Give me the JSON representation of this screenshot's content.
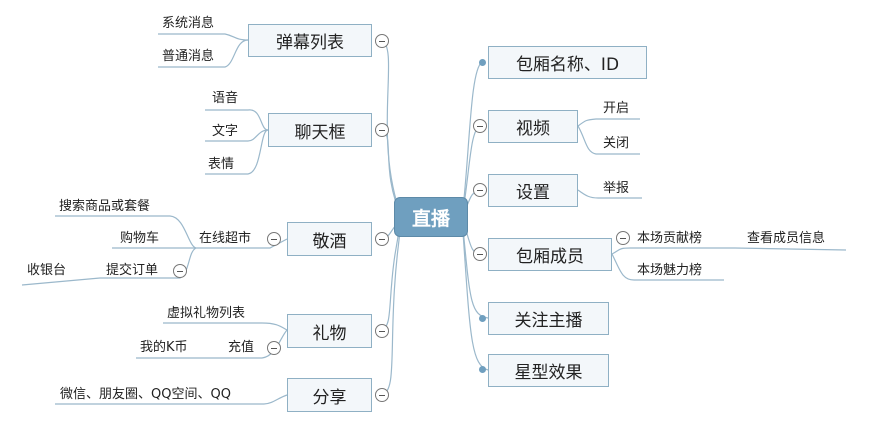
{
  "center": "直播",
  "left": {
    "danmu": {
      "label": "弹幕列表",
      "items": [
        "系统消息",
        "普通消息"
      ]
    },
    "chat": {
      "label": "聊天框",
      "items": [
        "语音",
        "文字",
        "表情"
      ]
    },
    "toast": {
      "label": "敬酒",
      "market": "在线超市",
      "search": "搜索商品或套餐",
      "cart": "购物车",
      "submit": "提交订单",
      "cashier": "收银台"
    },
    "gift": {
      "label": "礼物",
      "virtual": "虚拟礼物列表",
      "recharge": "充值",
      "kcoin": "我的K币"
    },
    "share": {
      "label": "分享",
      "target": "微信、朋友圈、QQ空间、QQ"
    }
  },
  "right": {
    "room": "包厢名称、ID",
    "video": {
      "label": "视频",
      "items": [
        "开启",
        "关闭"
      ]
    },
    "settings": {
      "label": "设置",
      "items": [
        "举报"
      ]
    },
    "members": {
      "label": "包厢成员",
      "contrib": "本场贡献榜",
      "view_info": "查看成员信息",
      "charm": "本场魅力榜"
    },
    "follow": "关注主播",
    "effect": "星型效果"
  },
  "colors": {
    "line": "#9bb8cb",
    "root": "#6f9fbf",
    "node_border": "#8fb0c4"
  }
}
